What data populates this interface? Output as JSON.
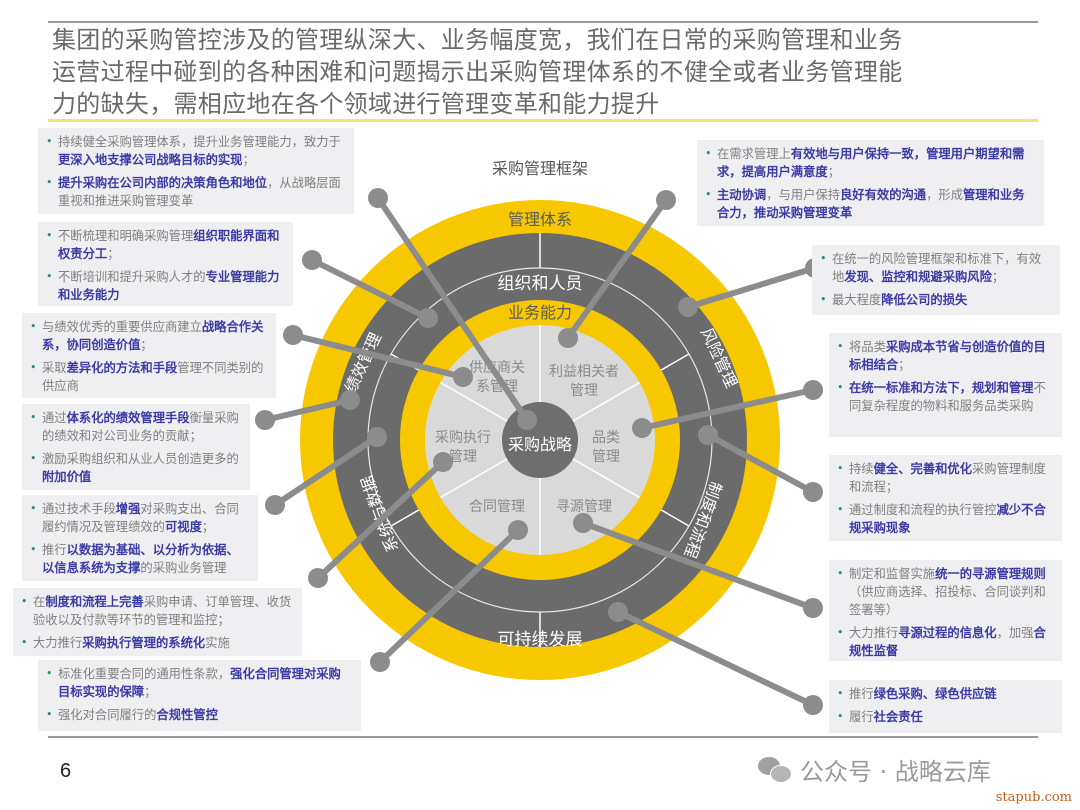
{
  "title": {
    "lines": [
      "集团的采购管控涉及的管理纵深大、业务幅度宽，我们在日常的采购管理和业务",
      "运营过程中碰到的各种困难和问题揭示出采购管理体系的不健全或者业务管理能",
      "力的缺失，需相应地在各个领域进行管理变革和能力提升"
    ]
  },
  "framework": {
    "title": "采购管理框架",
    "outer_ring_label": "管理体系",
    "middle_ring": {
      "top": "组织和人员",
      "bottom": "可持续发展",
      "upper_left": "绩效管理",
      "lower_left": "系统与数据",
      "upper_right": "风险管理",
      "lower_right": "制度和流程"
    },
    "inner_ring_label": "业务能力",
    "segments": {
      "supplier": [
        "供应商关",
        "系管理"
      ],
      "stakeholder": [
        "利益相关者",
        "管理"
      ],
      "execution": [
        "采购执行",
        "管理"
      ],
      "category": [
        "品类",
        "管理"
      ],
      "contract": "合同管理",
      "sourcing": "寻源管理"
    },
    "center": "采购战略",
    "colors": {
      "yellow": "#f7c800",
      "dark": "#6b6b6b",
      "light": "#d9d9d9",
      "text_blue": "#3b3ba6"
    }
  },
  "left_boxes": [
    [
      [
        {
          "t": "持续健全采购管理体系，提升业务管理能力，致力于"
        },
        {
          "t": "更深入地支撑公司战略目标的实现",
          "b": true
        },
        {
          "t": "；"
        }
      ],
      [
        {
          "t": "提升采购在公司内部的决策角色和地位",
          "b": true
        },
        {
          "t": "，从战略层面重视和推进采购管理变革"
        }
      ]
    ],
    [
      [
        {
          "t": "不断梳理和明确采购管理"
        },
        {
          "t": "组织职能界面和权责分工",
          "b": true
        },
        {
          "t": "；"
        }
      ],
      [
        {
          "t": "不断培训和提升采购人才的"
        },
        {
          "t": "专业管理能力和业务能力",
          "b": true
        }
      ]
    ],
    [
      [
        {
          "t": "与绩效优秀的重要供应商建立"
        },
        {
          "t": "战略合作关系，协同创造价值",
          "b": true
        },
        {
          "t": "；"
        }
      ],
      [
        {
          "t": "采取"
        },
        {
          "t": "差异化的方法和手段",
          "b": true
        },
        {
          "t": "管理不同类别的供应商"
        }
      ]
    ],
    [
      [
        {
          "t": "通过"
        },
        {
          "t": "体系化的绩效管理手段",
          "b": true
        },
        {
          "t": "衡量采购的绩效和对公司业务的贡献；"
        }
      ],
      [
        {
          "t": "激励采购组织和从业人员创造更多的"
        },
        {
          "t": "附加价值",
          "b": true
        }
      ]
    ],
    [
      [
        {
          "t": "通过技术手段"
        },
        {
          "t": "增强",
          "b": true
        },
        {
          "t": "对采购支出、合同履约情况及管理绩效的"
        },
        {
          "t": "可视度",
          "b": true
        },
        {
          "t": "；"
        }
      ],
      [
        {
          "t": "推行"
        },
        {
          "t": "以数据为基础、以分析为依据、以信息系统为支撑",
          "b": true
        },
        {
          "t": "的采购业务管理"
        }
      ]
    ],
    [
      [
        {
          "t": "在"
        },
        {
          "t": "制度和流程上完善",
          "b": true
        },
        {
          "t": "采购申请、订单管理、收货验收以及付款等环节的管理和监控；"
        }
      ],
      [
        {
          "t": "大力推行"
        },
        {
          "t": "采购执行管理的系统化",
          "b": true
        },
        {
          "t": "实施"
        }
      ]
    ],
    [
      [
        {
          "t": "标准化重要合同的通用性条款，"
        },
        {
          "t": "强化合同管理对采购目标实现的保障",
          "b": true
        },
        {
          "t": "；"
        }
      ],
      [
        {
          "t": "强化对合同履行的"
        },
        {
          "t": "合规性管控",
          "b": true
        }
      ]
    ]
  ],
  "right_boxes": [
    [
      [
        {
          "t": "在需求管理上"
        },
        {
          "t": "有效地与用户保持一致，管理用户期望和需求，提高用户满意度",
          "b": true
        },
        {
          "t": "；"
        }
      ],
      [
        {
          "t": "主动协调",
          "b": true
        },
        {
          "t": "，与用户保持"
        },
        {
          "t": "良好有效的沟通",
          "b": true
        },
        {
          "t": "，形成"
        },
        {
          "t": "管理和业务合力，推动采购管理变革",
          "b": true
        }
      ]
    ],
    [
      [
        {
          "t": "在统一的风险管理框架和标准下，有效地"
        },
        {
          "t": "发现、监控和规避采购风险",
          "b": true
        },
        {
          "t": "；"
        }
      ],
      [
        {
          "t": "最大程度"
        },
        {
          "t": "降低公司的损失",
          "b": true
        }
      ]
    ],
    [
      [
        {
          "t": "将品类"
        },
        {
          "t": "采购成本节省与创造价值的目标相结合",
          "b": true
        },
        {
          "t": "；"
        }
      ],
      [
        {
          "t": "在统一标准和方法下，规划和管理",
          "b": true
        },
        {
          "t": "不同复杂程度的物料和服务品类采购"
        }
      ]
    ],
    [
      [
        {
          "t": "持续"
        },
        {
          "t": "健全、完善和优化",
          "b": true
        },
        {
          "t": "采购管理制度和流程；"
        }
      ],
      [
        {
          "t": "通过制度和流程的执行管控"
        },
        {
          "t": "减少不合规采购现象",
          "b": true
        }
      ]
    ],
    [
      [
        {
          "t": "制定和监督实施"
        },
        {
          "t": "统一的寻源管理规则",
          "b": true
        },
        {
          "t": "（供应商选择、招投标、合同谈判和签署等）"
        }
      ],
      [
        {
          "t": "大力推行"
        },
        {
          "t": "寻源过程的信息化",
          "b": true
        },
        {
          "t": "，加强"
        },
        {
          "t": "合规性监督",
          "b": true
        }
      ]
    ],
    [
      [
        {
          "t": "推行"
        },
        {
          "t": "绿色采购、绿色供应链",
          "b": true
        }
      ],
      [
        {
          "t": "履行"
        },
        {
          "t": "社会责任",
          "b": true
        }
      ]
    ]
  ],
  "footer": {
    "page_number": "6",
    "watermark": "公众号 · 战略云库",
    "site": "stapub.com"
  }
}
